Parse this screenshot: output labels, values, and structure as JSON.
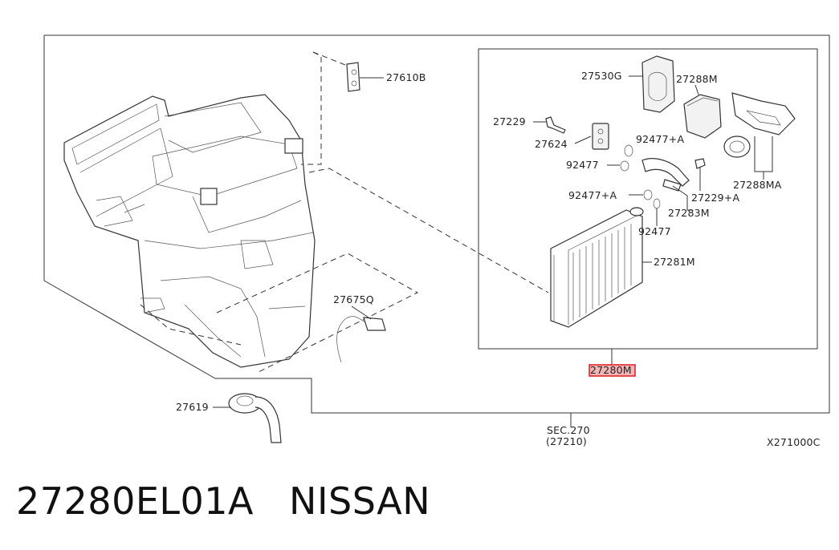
{
  "diagram": {
    "diagram_code": "X271000C",
    "section_ref": "SEC.270",
    "section_sub": "(27210)",
    "highlighted_part": "27280M",
    "callouts": {
      "p27610B": "27610B",
      "p27530G": "27530G",
      "p27288M": "27288M",
      "p27229": "27229",
      "p92477A_1": "92477+A",
      "p27624": "27624",
      "p92477_1": "92477",
      "p27229A": "27229+A",
      "p27288MA": "27288MA",
      "p92477A_2": "92477+A",
      "p27283M": "27283M",
      "p92477_2": "92477",
      "p27281M": "27281M",
      "p27675Q": "27675Q",
      "p27619": "27619"
    }
  },
  "footer": {
    "part_number": "27280EL01A",
    "brand": "NISSAN"
  },
  "colors": {
    "highlight_border": "#e0191f",
    "highlight_fill": "#f4b5b5",
    "line": "#333333"
  }
}
